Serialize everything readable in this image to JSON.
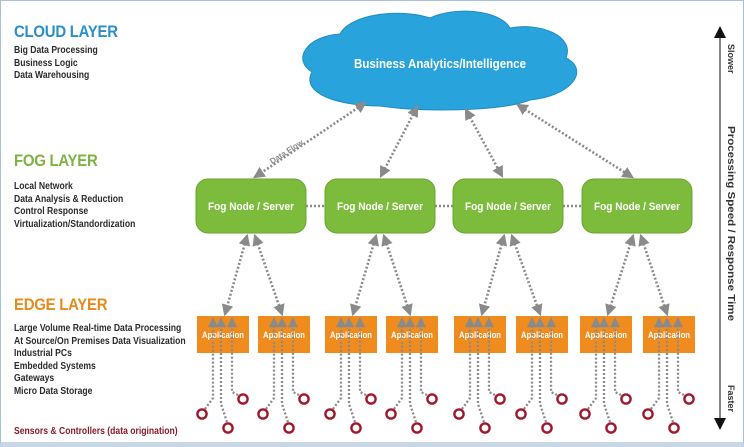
{
  "layers": {
    "cloud": {
      "title": "CLOUD LAYER",
      "items": [
        "Big Data Processing",
        "Business Logic",
        "Data Warehousing"
      ]
    },
    "fog": {
      "title": "FOG LAYER",
      "items": [
        "Local Network",
        "Data Analysis & Reduction",
        "Control Response",
        "Virtualization/Standordization"
      ]
    },
    "edge": {
      "title": "EDGE LAYER",
      "items": [
        "Large Volume Real-time Data Processing",
        "At Source/On Premises Data Visualization",
        "Industrial PCs",
        "Embedded Systems",
        "Gateways",
        "Micro Data Storage"
      ]
    }
  },
  "sensors_label": "Sensors & Controllers (data origination)",
  "cloud_label": "Business Analytics/Intelligence",
  "data_flow_label": "Data Flow",
  "fog_nodes": [
    "Fog Node / Server",
    "Fog Node / Server",
    "Fog Node / Server",
    "Fog Node / Server"
  ],
  "applications": [
    "Application",
    "Application",
    "Application",
    "Application",
    "Application",
    "Application",
    "Application",
    "Application"
  ],
  "sensors_per_application": 3,
  "axis": {
    "label": "Processing Speed / Response Time",
    "top_label": "Slower",
    "bottom_label": "Faster"
  },
  "colors": {
    "cloud": "#29a3dc",
    "fog": "#7dbb3c",
    "edge": "#f08c1e",
    "sensor": "#a0182c",
    "arrow": "#8a8a8a"
  }
}
